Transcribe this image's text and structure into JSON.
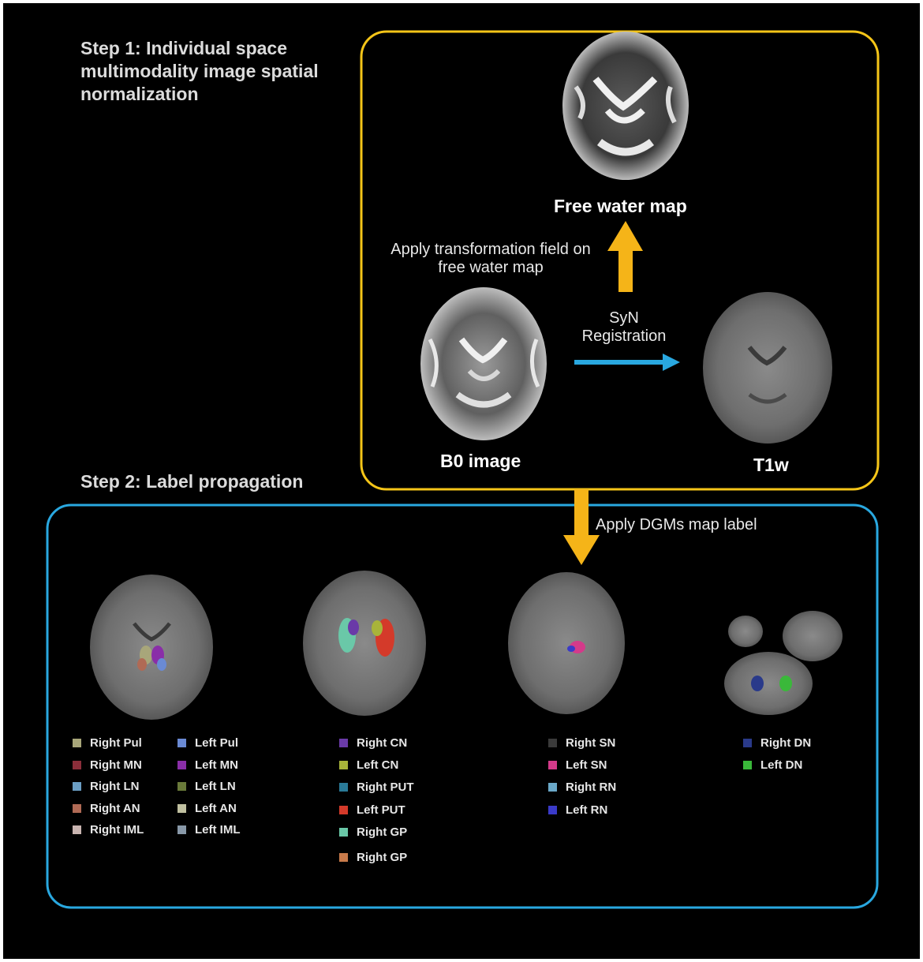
{
  "step1": {
    "title_lines": [
      "Step 1: Individual space",
      "multimodality image spatial",
      "normalization"
    ],
    "free_water_label": "Free water map",
    "transform_lines": [
      "Apply transformation field on",
      "free water map"
    ],
    "syn_lines": [
      "SyN",
      "Registration"
    ],
    "b0_label": "B0 image",
    "t1w_label": "T1w",
    "box_color": "#f5c518"
  },
  "step2": {
    "title": "Step 2:  Label propagation",
    "apply_label": "Apply DGMs map label",
    "box_color": "#29a8e0",
    "legends": [
      {
        "items": [
          {
            "label": "Right Pul",
            "color": "#a8a67a"
          },
          {
            "label": "Right MN",
            "color": "#8b2e3a"
          },
          {
            "label": "Right LN",
            "color": "#6b9ec4"
          },
          {
            "label": "Right AN",
            "color": "#b06a55"
          },
          {
            "label": "Right IML",
            "color": "#c8b4b0"
          }
        ]
      },
      {
        "items": [
          {
            "label": "Left Pul",
            "color": "#6a8ad4"
          },
          {
            "label": "Left MN",
            "color": "#8a2ea8"
          },
          {
            "label": "Left LN",
            "color": "#6a7a3a"
          },
          {
            "label": "Left AN",
            "color": "#c0c0a0"
          },
          {
            "label": "Left IML",
            "color": "#8898a8"
          }
        ]
      },
      {
        "items": [
          {
            "label": "Right CN",
            "color": "#6a3aa8"
          },
          {
            "label": "Left CN",
            "color": "#a8b43a"
          },
          {
            "label": "Right PUT",
            "color": "#2a7a98"
          },
          {
            "label": "Left PUT",
            "color": "#d43a2a"
          },
          {
            "label": "Right GP",
            "color": "#6ac8a8"
          },
          {
            "label": "Right GP",
            "color": "#c87a4a"
          }
        ]
      },
      {
        "items": [
          {
            "label": "Right SN",
            "color": "#3a3a3a"
          },
          {
            "label": "Left SN",
            "color": "#d43a8a"
          },
          {
            "label": "Right RN",
            "color": "#6aa8c8"
          },
          {
            "label": "Left RN",
            "color": "#3a3ac8"
          }
        ]
      },
      {
        "items": [
          {
            "label": "Right DN",
            "color": "#2a3a8a"
          },
          {
            "label": "Left DN",
            "color": "#3ab83a"
          }
        ]
      }
    ]
  }
}
